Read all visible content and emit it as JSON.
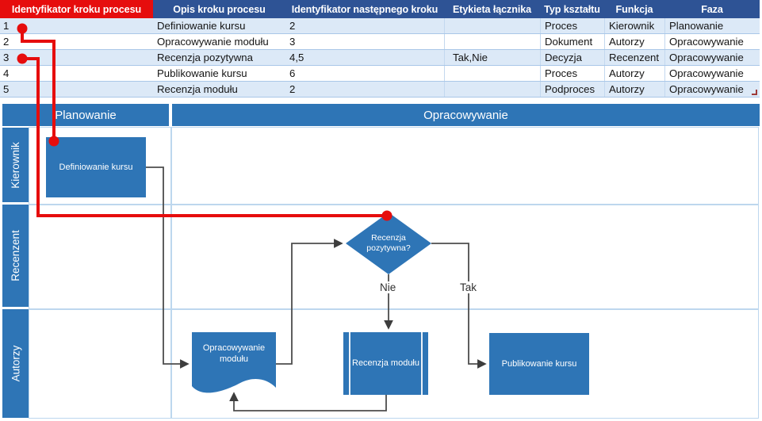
{
  "table": {
    "columns": [
      "Identyfikator kroku procesu",
      "Opis kroku procesu",
      "Identyfikator następnego kroku",
      "Etykieta łącznika",
      "Typ kształtu",
      "Funkcja",
      "Faza"
    ],
    "highlighted_column": "Identyfikator kroku procesu",
    "rows": [
      {
        "cells": [
          "1",
          "Definiowanie kursu",
          "2",
          "",
          "Proces",
          "Kierownik",
          "Planowanie"
        ]
      },
      {
        "cells": [
          "2",
          "Opracowywanie modułu",
          "3",
          "",
          "Dokument",
          "Autorzy",
          "Opracowywanie"
        ]
      },
      {
        "cells": [
          "3",
          "Recenzja pozytywna",
          "4,5",
          "Tak,Nie",
          "Decyzja",
          "Recenzent",
          "Opracowywanie"
        ]
      },
      {
        "cells": [
          "4",
          "Publikowanie kursu",
          "6",
          "",
          "Proces",
          "Autorzy",
          "Opracowywanie"
        ]
      },
      {
        "cells": [
          "5",
          "Recenzja modułu",
          "2",
          "",
          "Podproces",
          "Autorzy",
          "Opracowywanie"
        ]
      }
    ]
  },
  "diagram": {
    "phases": [
      "Planowanie",
      "Opracowywanie"
    ],
    "lanes": [
      "Kierownik",
      "Recenzent",
      "Autorzy"
    ],
    "shapes": [
      {
        "label": "Definiowanie kursu",
        "type": "process",
        "lane": "Kierownik",
        "phase": "Planowanie"
      },
      {
        "label": "Opracowywanie modułu",
        "type": "document",
        "lane": "Autorzy",
        "phase": "Opracowywanie"
      },
      {
        "label": "Recenzja pozytywna?",
        "type": "decision",
        "lane": "Recenzent",
        "phase": "Opracowywanie"
      },
      {
        "label": "Publikowanie kursu",
        "type": "process",
        "lane": "Autorzy",
        "phase": "Opracowywanie"
      },
      {
        "label": "Recenzja modułu",
        "type": "subprocess",
        "lane": "Autorzy",
        "phase": "Opracowywanie"
      }
    ],
    "connections": [
      {
        "from": "Definiowanie kursu",
        "to": "Opracowywanie modułu",
        "label": ""
      },
      {
        "from": "Opracowywanie modułu",
        "to": "Recenzja pozytywna?",
        "label": ""
      },
      {
        "from": "Recenzja pozytywna?",
        "to": "Recenzja modułu",
        "label": "Nie"
      },
      {
        "from": "Recenzja pozytywna?",
        "to": "Publikowanie kursu",
        "label": "Tak"
      },
      {
        "from": "Recenzja modułu",
        "to": "Opracowywanie modułu",
        "label": ""
      }
    ],
    "connector_labels": {
      "no": "Nie",
      "yes": "Tak"
    },
    "row_links": [
      {
        "row": "1",
        "target": "Definiowanie kursu"
      },
      {
        "row": "3",
        "target": "Recenzja pozytywna?"
      }
    ]
  },
  "colors": {
    "accent_blue": "#2E75B6",
    "header_navy": "#2E5395",
    "highlight_red": "#E60D0D",
    "row_alt_blue": "#DCE9F7",
    "lane_line_blue": "#BDD7EE",
    "connector_gray": "#4D4D4D"
  }
}
